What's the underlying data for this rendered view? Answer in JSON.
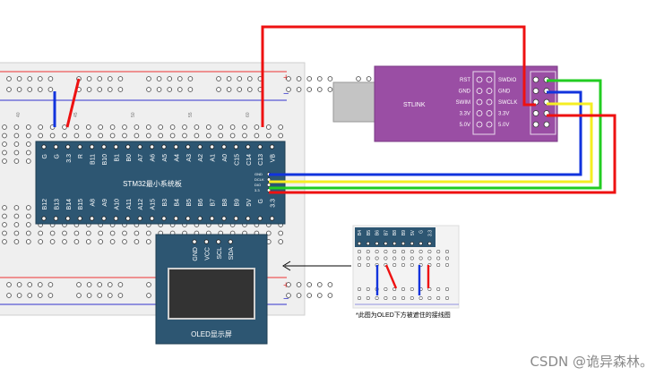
{
  "board": {
    "title": "STM32最小系统板",
    "top_pins": [
      "G",
      "G",
      "3.3",
      "R",
      "B11",
      "B10",
      "B1",
      "B0",
      "A7",
      "A6",
      "A5",
      "A4",
      "A3",
      "A2",
      "A1",
      "A0",
      "C15",
      "C14",
      "C13",
      "VB"
    ],
    "bottom_pins": [
      "B12",
      "B13",
      "B14",
      "B15",
      "A8",
      "A9",
      "A10",
      "A11",
      "A12",
      "A15",
      "B3",
      "B4",
      "B5",
      "B6",
      "B7",
      "B8",
      "B9",
      "5V",
      "G",
      "3.3"
    ],
    "debug_pins": [
      "GND",
      "DCLK",
      "DIO",
      "3.3"
    ]
  },
  "stlink": {
    "name": "STLINK",
    "left_labels": [
      "RST",
      "GND",
      "SWIM",
      "3.3V",
      "5.0V"
    ],
    "right_labels": [
      "SWDIO",
      "GND",
      "SWCLK",
      "3.3V",
      "5.0V"
    ]
  },
  "oled": {
    "pins": [
      "GND",
      "VCC",
      "SCL",
      "SDA"
    ],
    "caption": "OLED显示屏"
  },
  "inset": {
    "pins": [
      "B4",
      "B5",
      "B6",
      "B7",
      "B8",
      "B9",
      "5V",
      "G",
      "3.3"
    ],
    "caption": "*此图为OLED下方被遮住的接线图"
  },
  "breadboard": {
    "col_numbers": [
      "40",
      "45",
      "50",
      "55",
      "60"
    ],
    "rail_plus": "+",
    "rail_minus": "−"
  },
  "watermark": "CSDN @诡异森林。",
  "colors": {
    "board_blue": "#2d5672",
    "stlink_purple": "#9a4ea4",
    "wire_red": "#ee1111",
    "wire_blue": "#1133dd",
    "wire_green": "#22cc22",
    "wire_yellow": "#f5ee22"
  }
}
